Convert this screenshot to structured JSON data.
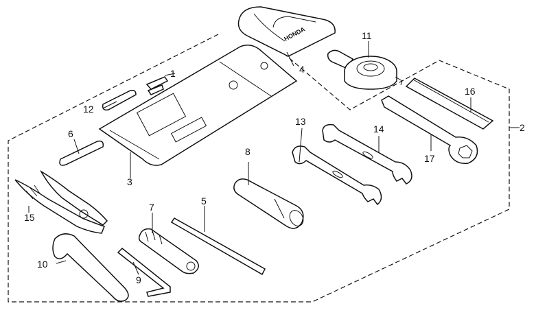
{
  "callouts": [
    {
      "id": "c1",
      "text": "1"
    },
    {
      "id": "c2",
      "text": "2"
    },
    {
      "id": "c3",
      "text": "3"
    },
    {
      "id": "c4",
      "text": "4"
    },
    {
      "id": "c5",
      "text": "5"
    },
    {
      "id": "c6",
      "text": "6"
    },
    {
      "id": "c7",
      "text": "7"
    },
    {
      "id": "c8",
      "text": "8"
    },
    {
      "id": "c9",
      "text": "9"
    },
    {
      "id": "c10",
      "text": "10"
    },
    {
      "id": "c11",
      "text": "11"
    },
    {
      "id": "c12",
      "text": "12"
    },
    {
      "id": "c13",
      "text": "13"
    },
    {
      "id": "c14",
      "text": "14"
    },
    {
      "id": "c15",
      "text": "15"
    },
    {
      "id": "c16",
      "text": "16"
    },
    {
      "id": "c17",
      "text": "17"
    }
  ],
  "logos": {
    "case_logo": "HONDA"
  }
}
